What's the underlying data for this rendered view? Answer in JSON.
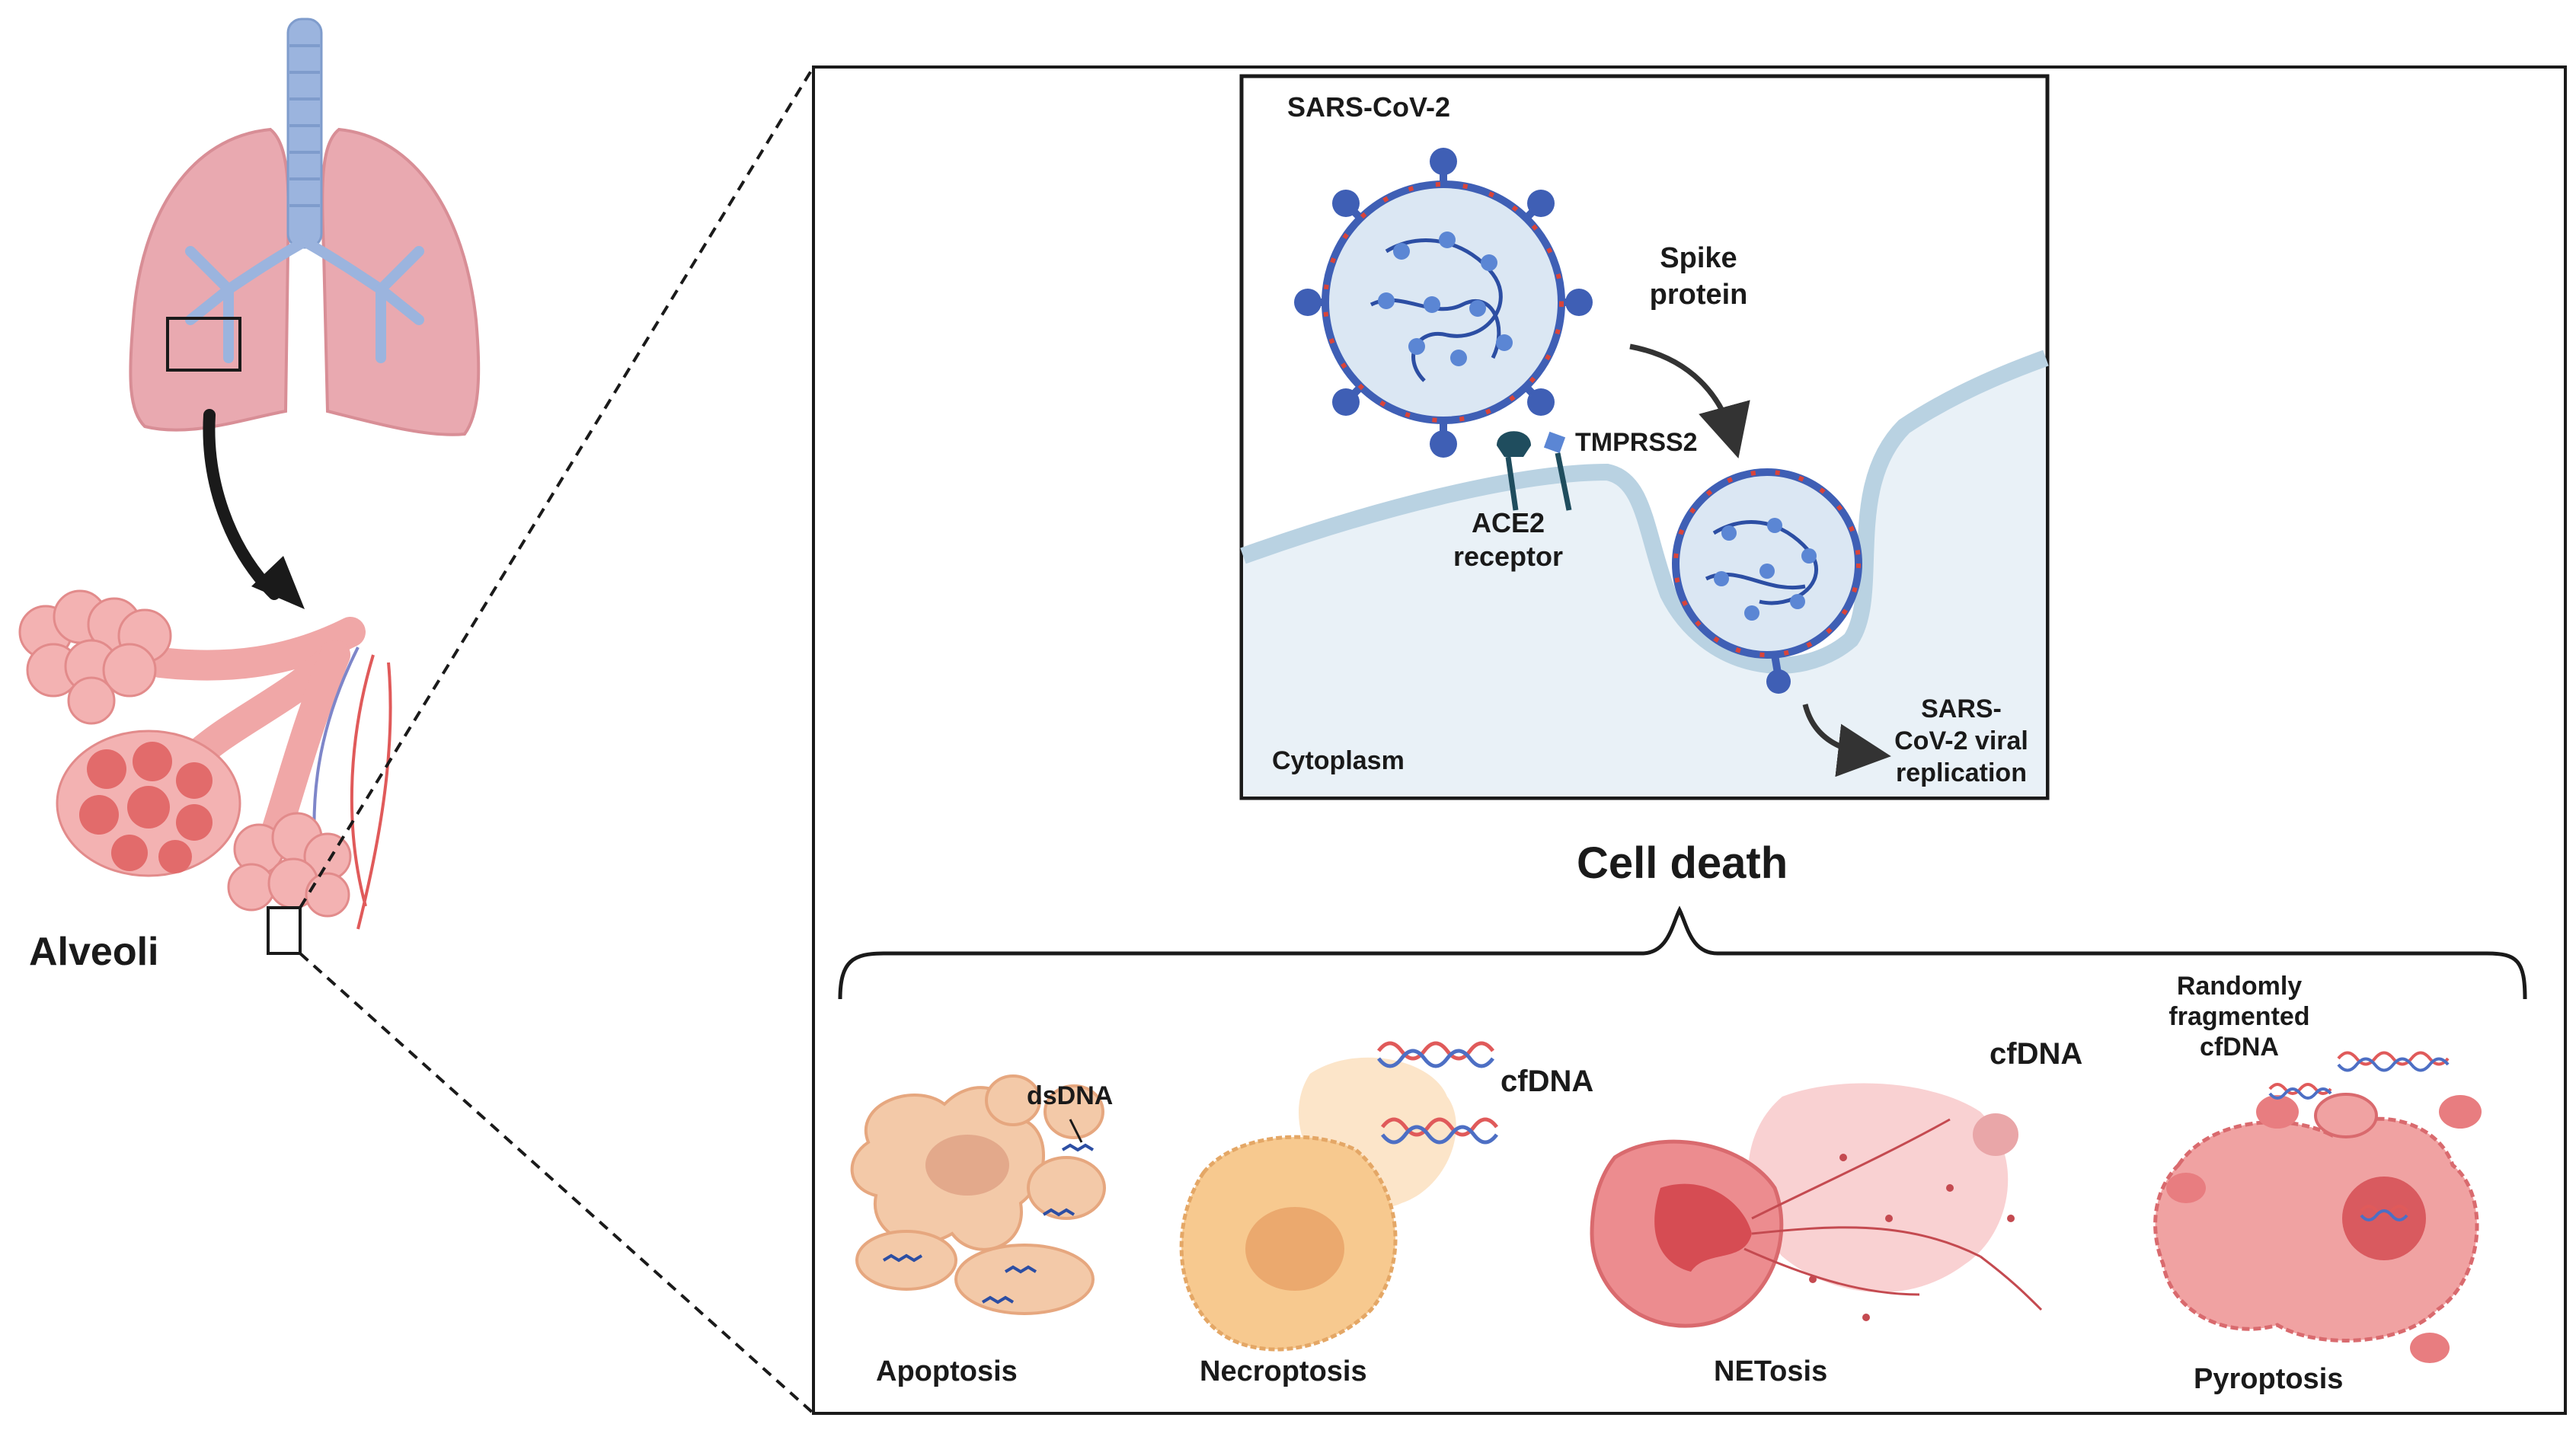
{
  "left_panel": {
    "alveoli_label": "Alveoli"
  },
  "infection_panel": {
    "virus_label": "SARS-CoV-2",
    "spike_label_line1": "Spike",
    "spike_label_line2": "protein",
    "tmprss2_label": "TMPRSS2",
    "ace2_label_line1": "ACE2",
    "ace2_label_line2": "receptor",
    "cytoplasm_label": "Cytoplasm",
    "replication_line1": "SARS-",
    "replication_line2": "CoV-2 viral",
    "replication_line3": "replication"
  },
  "cell_death": {
    "title": "Cell death",
    "types": [
      {
        "name": "Apoptosis",
        "annotation": "dsDNA"
      },
      {
        "name": "Necroptosis",
        "annotation": "cfDNA"
      },
      {
        "name": "NETosis",
        "annotation": "cfDNA"
      },
      {
        "name": "Pyroptosis",
        "annotation_line1": "Randomly",
        "annotation_line2": "fragmented",
        "annotation_line3": "cfDNA"
      }
    ]
  },
  "colors": {
    "lung_fill": "#e9a9b0",
    "trachea_fill": "#9bb4de",
    "alveoli_fill": "#f3b2b2",
    "virus_spike": "#3f5fb5",
    "virus_body": "#dbe7f3",
    "membrane": "#cfe3ee",
    "apoptosis_fill": "#f3c9a8",
    "necroptosis_fill": "#f7c98f",
    "netosis_fill": "#ec8c8f",
    "pyroptosis_fill": "#f0a2a2"
  }
}
